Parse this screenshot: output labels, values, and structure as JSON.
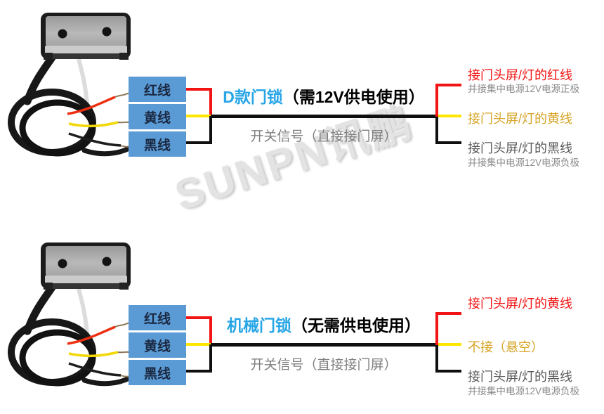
{
  "watermark": {
    "text": "SUNPN讯鹏"
  },
  "colors": {
    "box_blue": "#5B9BD5",
    "box_text": "#1B2942",
    "title_blue": "#27A5E6",
    "red": "#F21414",
    "yellow": "#FFE600",
    "gold": "#D6A426",
    "gray_text": "#8A8A8A",
    "dark_text": "#5A5A5A",
    "line_black": "#0F0F0F",
    "subtitle_gray": "#7F7F7F",
    "watermark": "#E3E3E3"
  },
  "diagrams": [
    {
      "wire_boxes": {
        "red": "红线",
        "yellow": "黄线",
        "black": "黑线"
      },
      "title_highlight": "D款门锁",
      "title_rest": "（需12V供电使用）",
      "subtitle": "开关信号（直接接门屏）",
      "right_labels": [
        {
          "text": "接门头屏/灯的红线",
          "sub": "并接集中电源12V电源正极",
          "color": "red"
        },
        {
          "text": "接门头屏/灯的黄线",
          "sub": "",
          "color": "gold"
        },
        {
          "text": "接门头屏/灯的黑线",
          "sub": "并接集中电源12V电源负极",
          "color": "dark"
        }
      ]
    },
    {
      "wire_boxes": {
        "red": "红线",
        "yellow": "黄线",
        "black": "黑线"
      },
      "title_highlight": "机械门锁",
      "title_rest": "（无需供电使用）",
      "subtitle": "开关信号（直接接门屏）",
      "right_labels": [
        {
          "text": "接门头屏/灯的黄线",
          "sub": "",
          "color": "red"
        },
        {
          "text": "不接（悬空）",
          "sub": "",
          "color": "gold"
        },
        {
          "text": "接门头屏/灯的黑线",
          "sub": "并接集中电源12V电源负极",
          "color": "dark"
        }
      ]
    }
  ]
}
